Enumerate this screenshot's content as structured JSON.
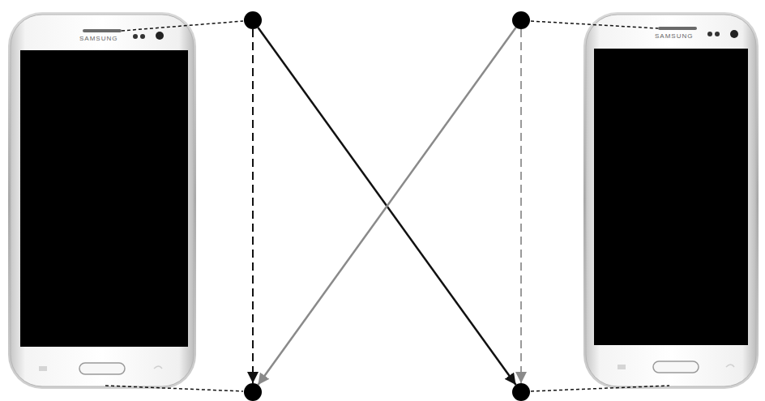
{
  "diagram": {
    "nodes": [
      {
        "text": []
      },
      {
        "text": []
      },
      {
        "text": []
      },
      {
        "text": []
      }
    ],
    "edges": [
      {
        "from": 0,
        "to": 2,
        "arrow": "to"
      },
      {
        "from": 0,
        "to": 3,
        "arrow": "to"
      },
      {
        "from": 1,
        "to": 2,
        "arrow": "to"
      },
      {
        "from": 1,
        "to": 3,
        "arrow": "to"
      }
    ],
    "labels": [
      "SAMSUNG",
      "SAMSUNG"
    ]
  }
}
